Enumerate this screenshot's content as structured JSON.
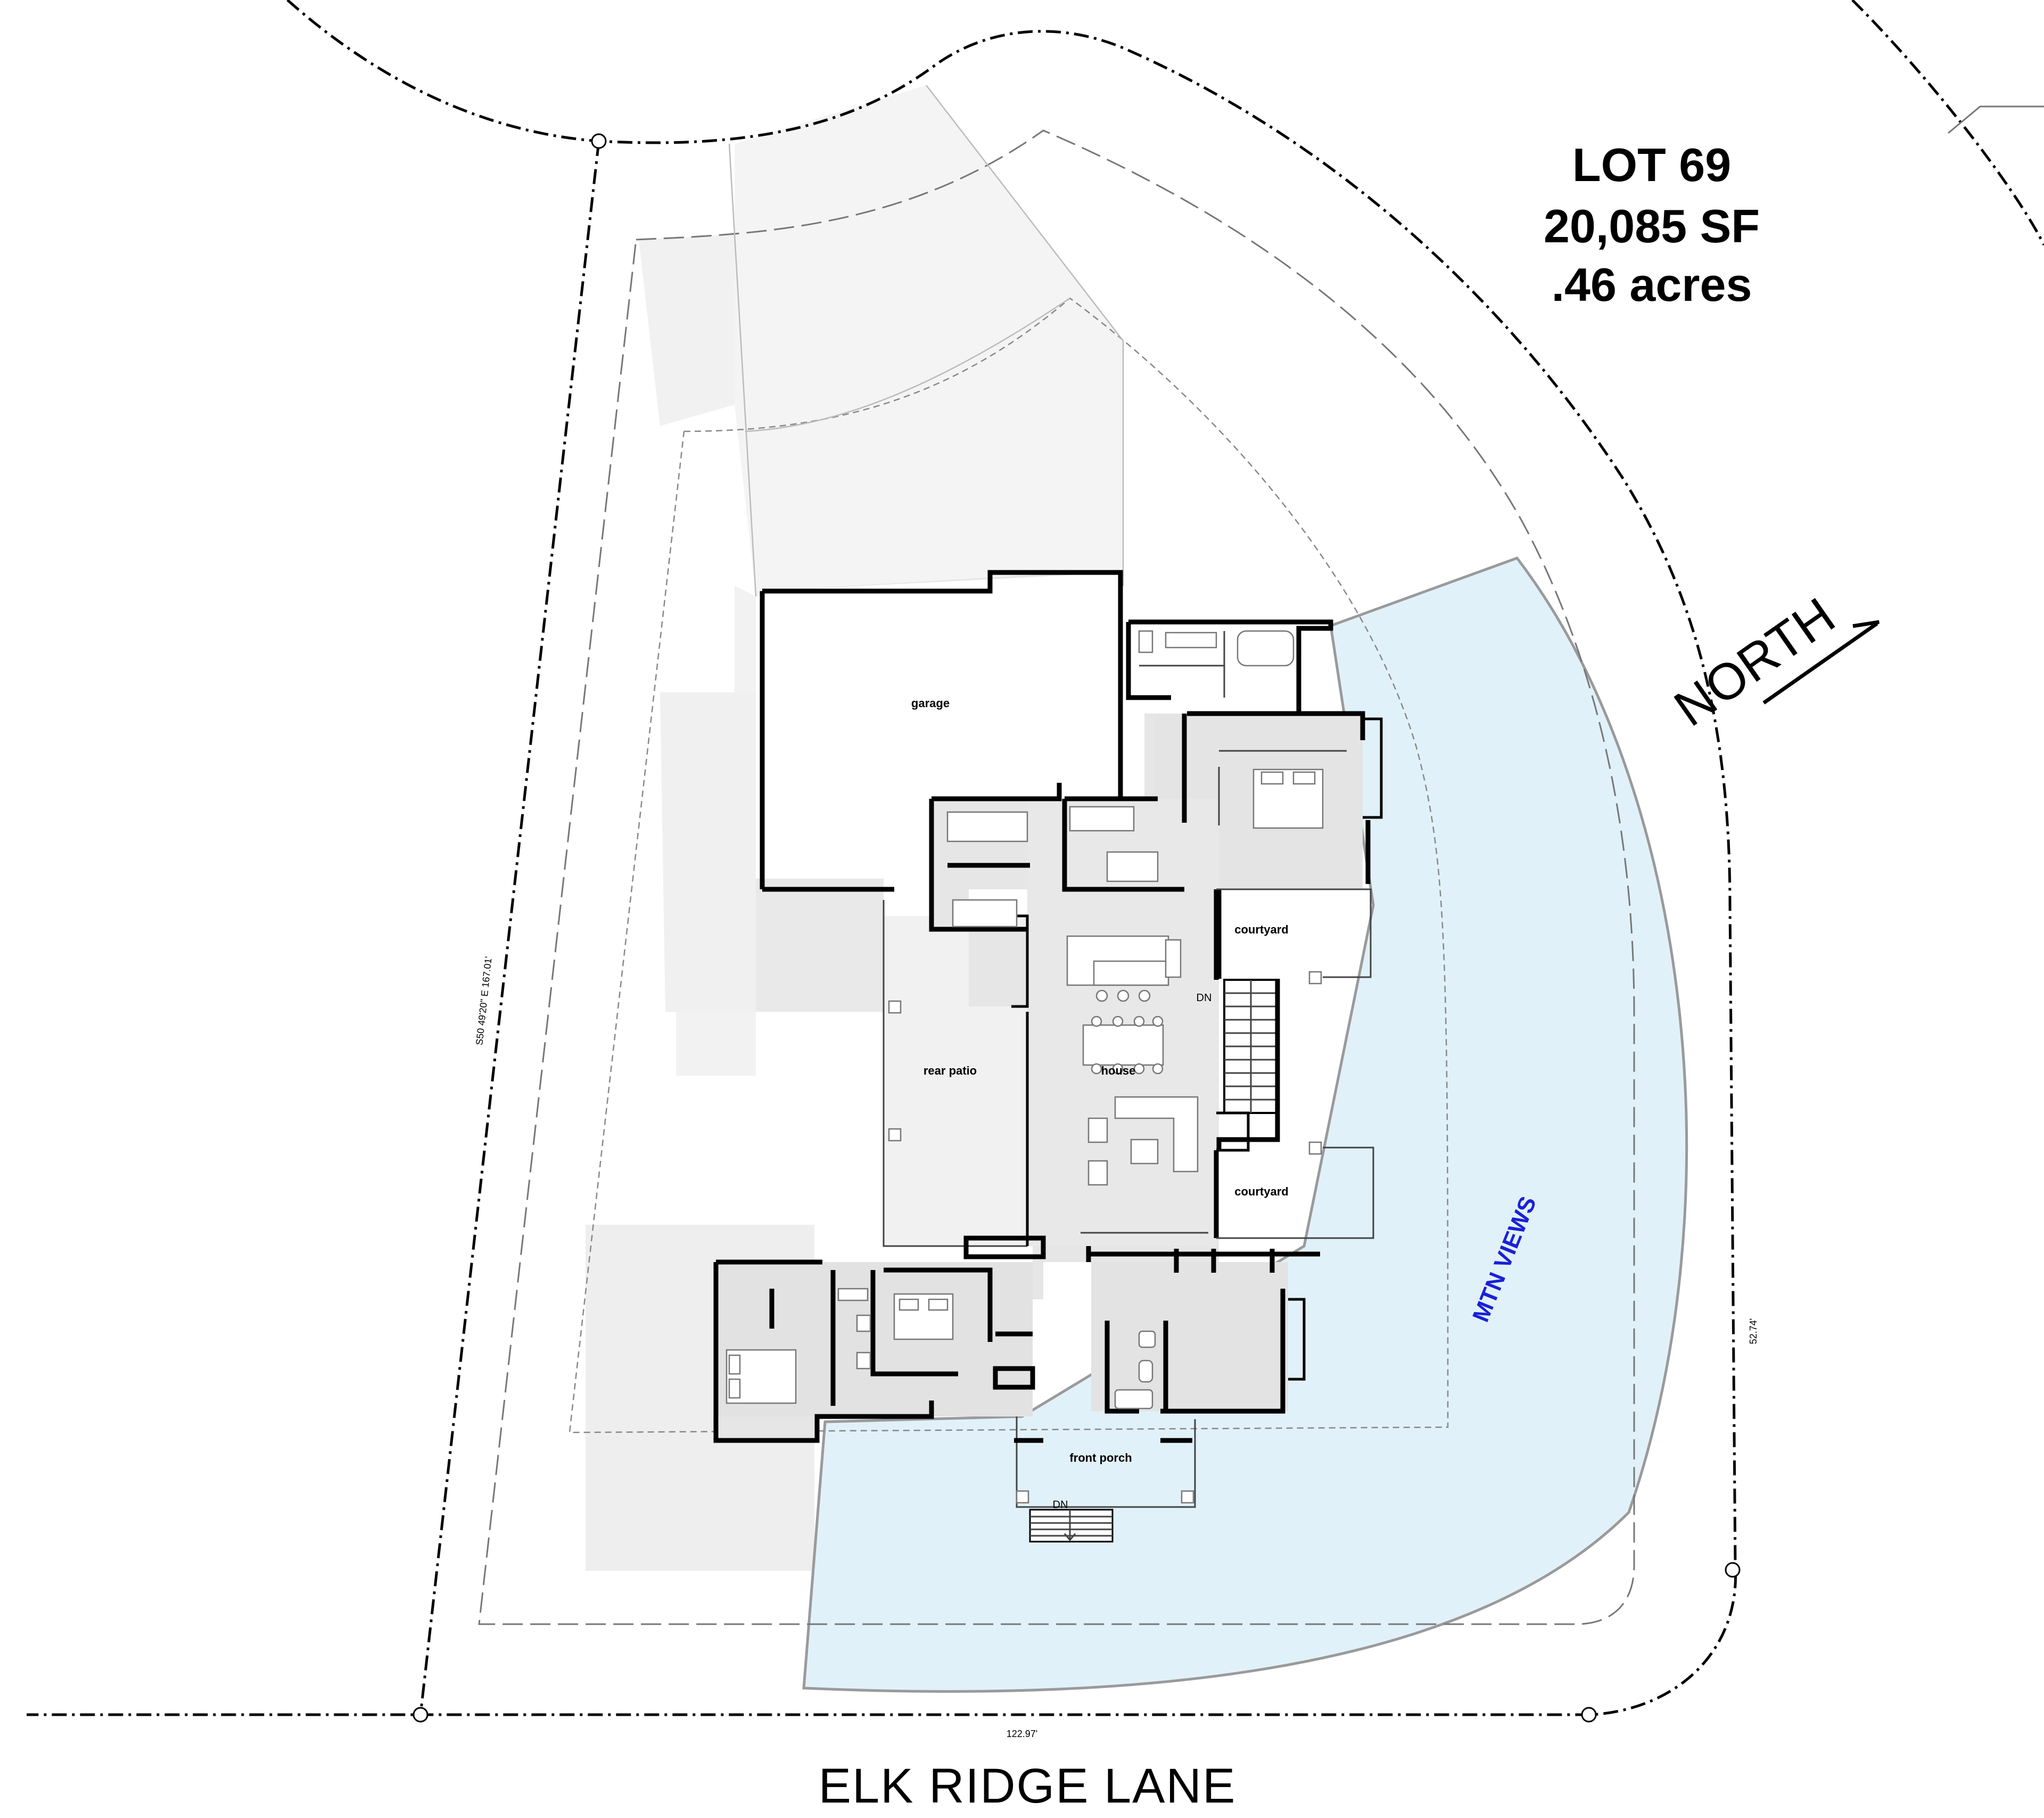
{
  "lot": {
    "name": "LOT 69",
    "area_sf": "20,085 SF",
    "area_acres": ".46 acres"
  },
  "street": "ELK RIDGE LANE",
  "north_label": "NORTH",
  "views_label": "MTN VIEWS",
  "dimensions": {
    "west_line": "S50  49'20\" E  167.01'",
    "east_line": "52.74'",
    "south_line": "122.97'"
  },
  "rooms": {
    "garage": "garage",
    "rear_patio": "rear patio",
    "house": "house",
    "courtyard_north": "courtyard",
    "courtyard_south": "courtyard",
    "front_porch": "front porch"
  },
  "stair_labels": {
    "interior_down": "DN",
    "porch_down": "DN"
  },
  "colors": {
    "view_cone_fill": "#e1f1f9",
    "view_cone_stroke": "#9a9a9a",
    "views_text": "#1a20d6",
    "lot_line": "#000000",
    "interior_fill": "#e6e6e6",
    "site_shade": "#f3f3f3"
  }
}
